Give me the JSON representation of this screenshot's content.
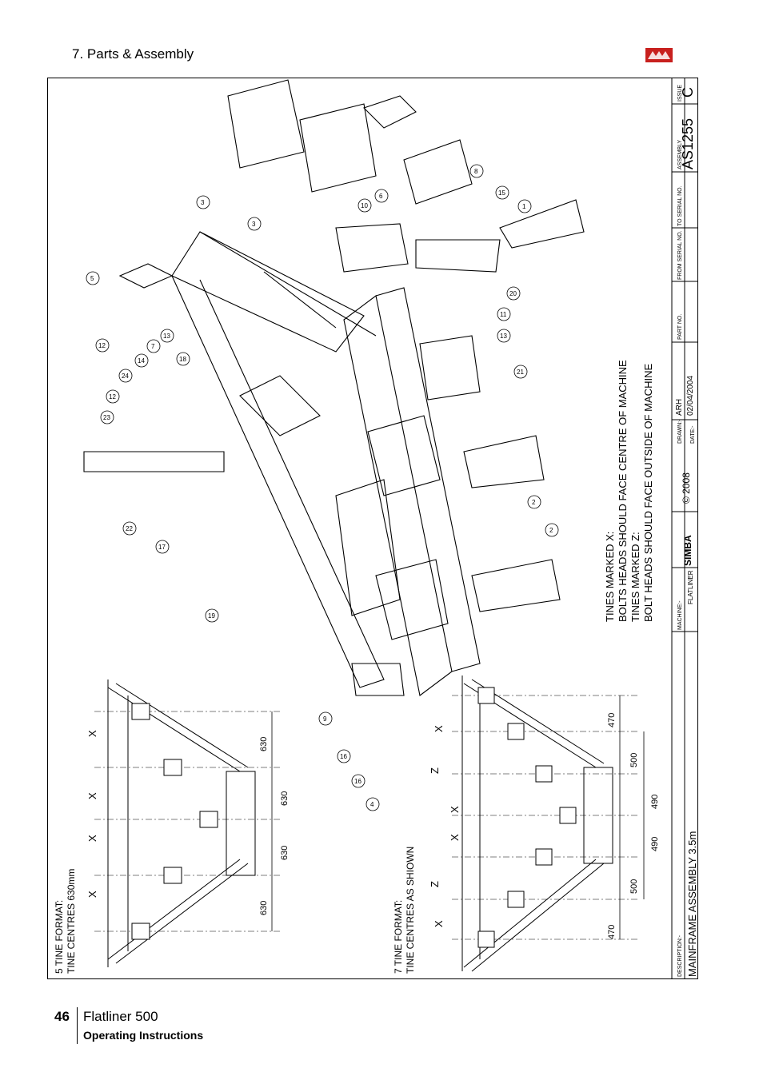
{
  "header": {
    "section_title": "7. Parts & Assembly"
  },
  "footer": {
    "page_number": "46",
    "product": "Flatliner 500",
    "subtitle": "Operating Instructions"
  },
  "notes": {
    "tine_x": "TINES MARKED X:",
    "tine_x_text": "BOLTS HEADS SHOULD FACE CENTRE OF MACHINE",
    "tine_z": "TINES MARKED Z:",
    "tine_z_text": "BOLT HEADS SHOULD FACE OUTSIDE OF MACHINE"
  },
  "layout5": {
    "title1": "5 TINE FORMAT:",
    "title2": "TINE CENTRES 630mm",
    "dims": [
      "630",
      "630",
      "630",
      "630"
    ],
    "marks": [
      "X",
      "X",
      "X",
      "X"
    ]
  },
  "layout7": {
    "title1": "7 TINE FORMAT:",
    "title2": "TINE CENTRES AS SHIOWN",
    "dims": [
      "470",
      "500",
      "490",
      "490",
      "500",
      "470"
    ],
    "marks": [
      "X",
      "Z",
      "X",
      "X",
      "Z",
      "X"
    ]
  },
  "title_block": {
    "desc_label": "DESCRIPTION:-",
    "description": "MAINFRAME ASSEMBLY 3.5m",
    "machine_label": "MACHINE:-",
    "machine": "FLATLINER",
    "brand": "SIMBA",
    "copyright": "© 2008",
    "drawn_label": "DRAWN:-",
    "drawn": "ARH",
    "date_label": "DATE:-",
    "date": "02/04/2004",
    "part_no_label": "PART NO.",
    "from_serial_label": "FROM SERIAL NO.",
    "to_serial_label": "TO SERIAL NO.",
    "assembly_label": "ASSEMBLY",
    "assembly": "AS1255",
    "issue_label": "ISSUE",
    "issue": "C"
  },
  "callouts": [
    "1",
    "2",
    "2",
    "3",
    "3",
    "4",
    "5",
    "6",
    "7",
    "8",
    "9",
    "10",
    "11",
    "12",
    "12",
    "13",
    "13",
    "14",
    "15",
    "16",
    "16",
    "17",
    "18",
    "19",
    "20",
    "21",
    "22",
    "23",
    "24"
  ]
}
